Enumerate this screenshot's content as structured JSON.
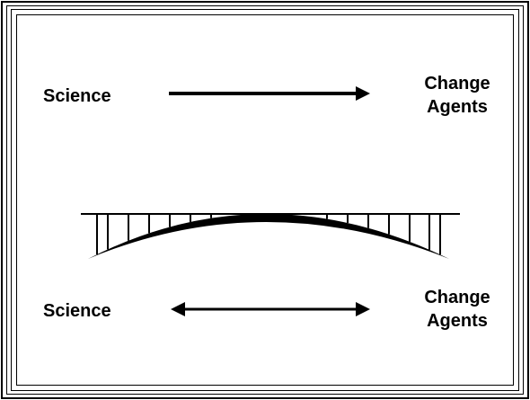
{
  "top_relation": {
    "source_label": "Science",
    "target_label_line1": "Change",
    "target_label_line2": "Agents",
    "arrow": "one-way-right-arrow"
  },
  "bridge": {
    "icon": "arch-bridge-icon"
  },
  "bottom_relation": {
    "source_label": "Science",
    "target_label_line1": "Change",
    "target_label_line2": "Agents",
    "arrow": "two-way-arrow"
  },
  "colors": {
    "ink": "#000000",
    "background": "#ffffff"
  }
}
